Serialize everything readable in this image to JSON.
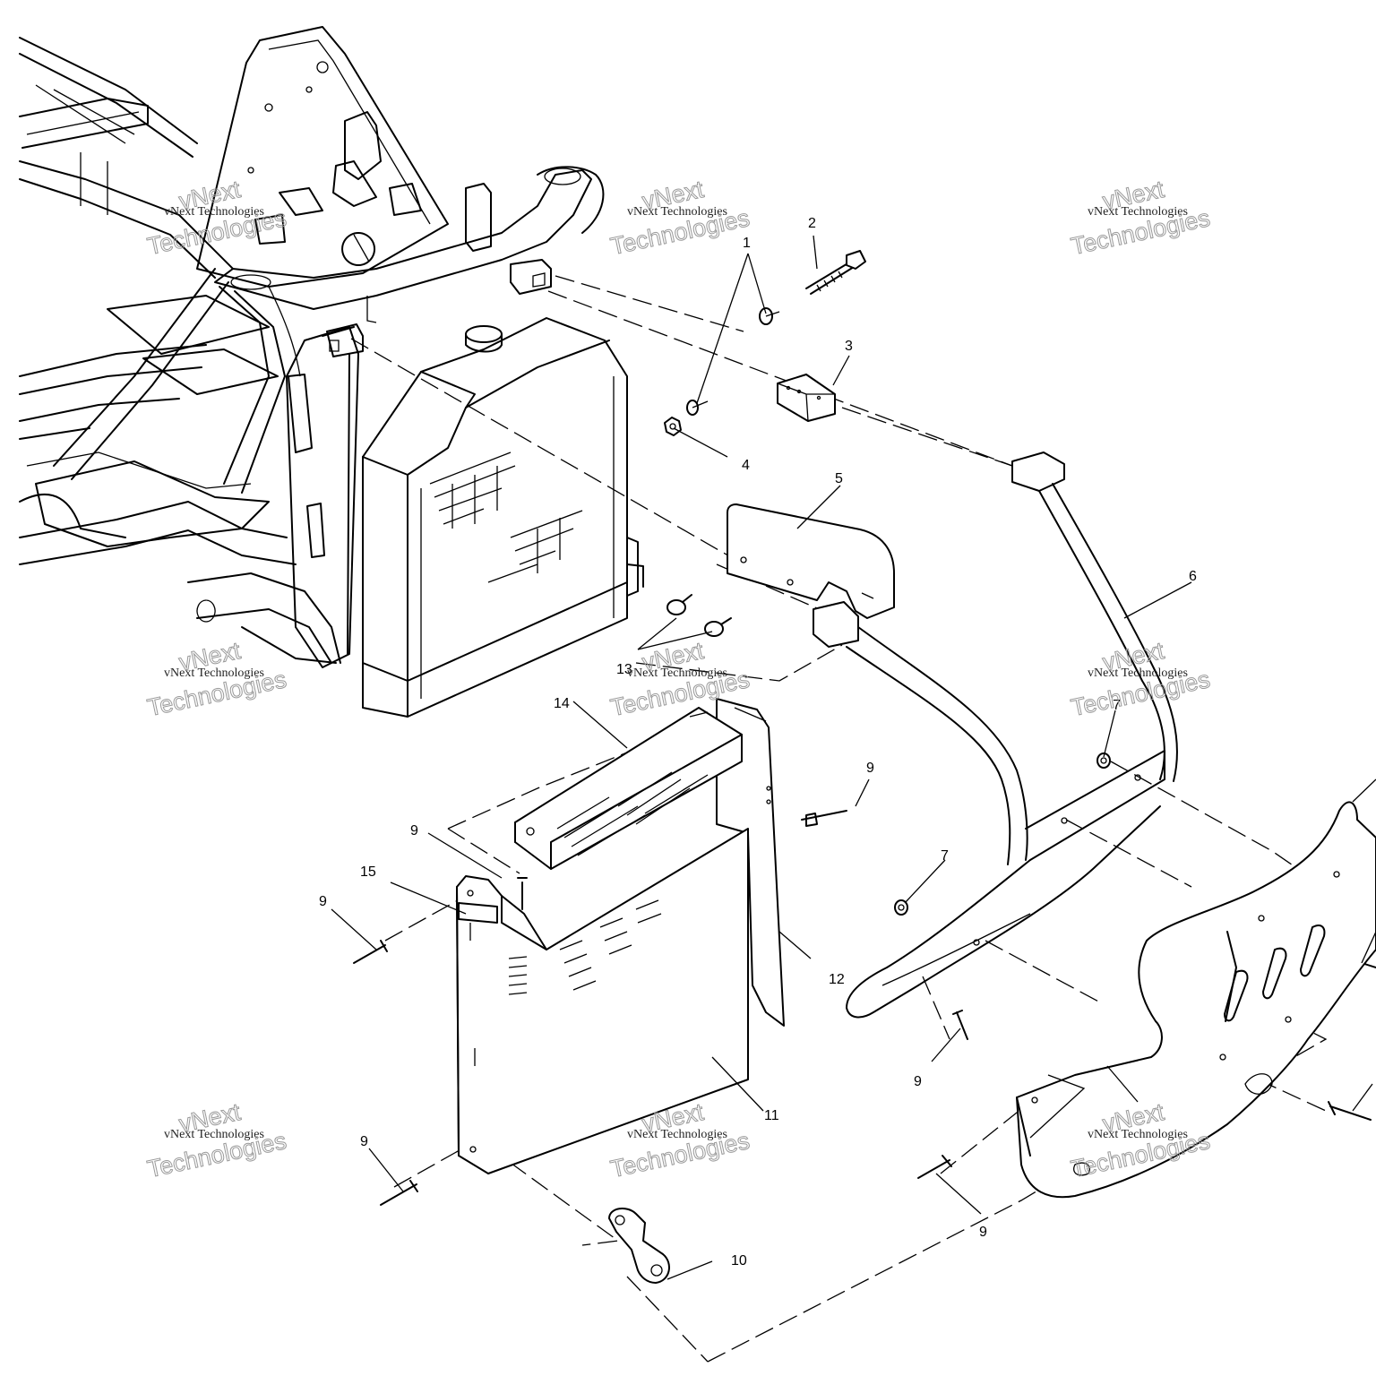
{
  "watermark": {
    "brand": "vNext",
    "company": "vNext Technologies",
    "word": "Technologies"
  },
  "callouts": [
    {
      "id": "c1",
      "label": "1"
    },
    {
      "id": "c2",
      "label": "2"
    },
    {
      "id": "c3",
      "label": "3"
    },
    {
      "id": "c4",
      "label": "4"
    },
    {
      "id": "c5",
      "label": "5"
    },
    {
      "id": "c6",
      "label": "6"
    },
    {
      "id": "c7a",
      "label": "7"
    },
    {
      "id": "c7b",
      "label": "7"
    },
    {
      "id": "c9a",
      "label": "9"
    },
    {
      "id": "c9b",
      "label": "9"
    },
    {
      "id": "c9c",
      "label": "9"
    },
    {
      "id": "c9d",
      "label": "9"
    },
    {
      "id": "c9e",
      "label": "9"
    },
    {
      "id": "c9f",
      "label": "9"
    },
    {
      "id": "c10",
      "label": "10"
    },
    {
      "id": "c11",
      "label": "11"
    },
    {
      "id": "c12",
      "label": "12"
    },
    {
      "id": "c13",
      "label": "13"
    },
    {
      "id": "c14",
      "label": "14"
    },
    {
      "id": "c15",
      "label": "15"
    }
  ]
}
